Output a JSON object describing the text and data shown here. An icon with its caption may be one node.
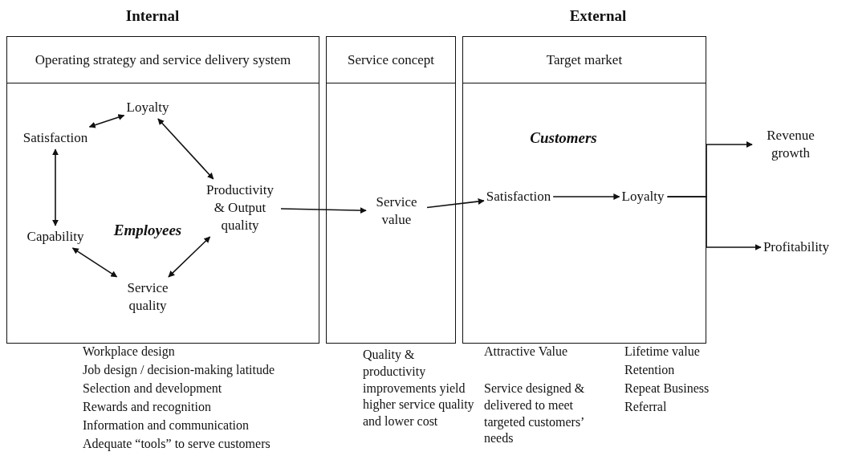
{
  "diagram": {
    "nodes": [
      {
        "text": [
          "Operating strategy and service delivery system",
          "Employees"
        ]
      },
      {
        "text": [
          "Loyalty"
        ],
        "in": 0
      },
      {
        "text": [
          "Satisfaction"
        ],
        "in": 0
      },
      {
        "text": [
          "Productivity & Output quality"
        ],
        "in": 0
      },
      {
        "text": [
          "Capability"
        ],
        "in": 0
      },
      {
        "text": [
          "Service quality"
        ],
        "in": 0
      },
      {
        "text": [
          "Service concept"
        ]
      },
      {
        "text": [
          "Service value"
        ],
        "in": 6
      },
      {
        "text": [
          "Target market",
          "Customers"
        ]
      },
      {
        "text": [
          "Satisfaction"
        ],
        "in": 8
      },
      {
        "text": [
          "Loyalty"
        ],
        "in": 8
      },
      {
        "text": [
          "Revenue growth"
        ]
      },
      {
        "text": [
          "Profitability"
        ]
      }
    ],
    "edges": [
      {
        "from": 1,
        "to": 2,
        "arrow": "both"
      },
      {
        "from": 1,
        "to": 3,
        "arrow": "both"
      },
      {
        "from": 2,
        "to": 4,
        "arrow": "both"
      },
      {
        "from": 4,
        "to": 5,
        "arrow": "both"
      },
      {
        "from": 5,
        "to": 3,
        "arrow": "both"
      },
      {
        "from": 3,
        "to": 7,
        "arrow": "to"
      },
      {
        "from": 7,
        "to": 9,
        "arrow": "to"
      },
      {
        "from": 9,
        "to": 10,
        "arrow": "to"
      },
      {
        "from": 10,
        "to": 11,
        "arrow": "to"
      },
      {
        "from": 10,
        "to": 12,
        "arrow": "to"
      }
    ],
    "labels": [
      "Internal",
      "External",
      "Workplace design",
      "Job design / decision-making latitude",
      "Selection and development",
      "Rewards and recognition",
      "Information and communication",
      "Adequate “tools” to serve customers",
      "Quality & productivity improvements yield higher service quality and lower cost",
      "Attractive Value",
      "Service designed & delivered to meet targeted customers’ needs",
      "Lifetime value",
      "Retention",
      "Repeat Business",
      "Referral"
    ]
  }
}
